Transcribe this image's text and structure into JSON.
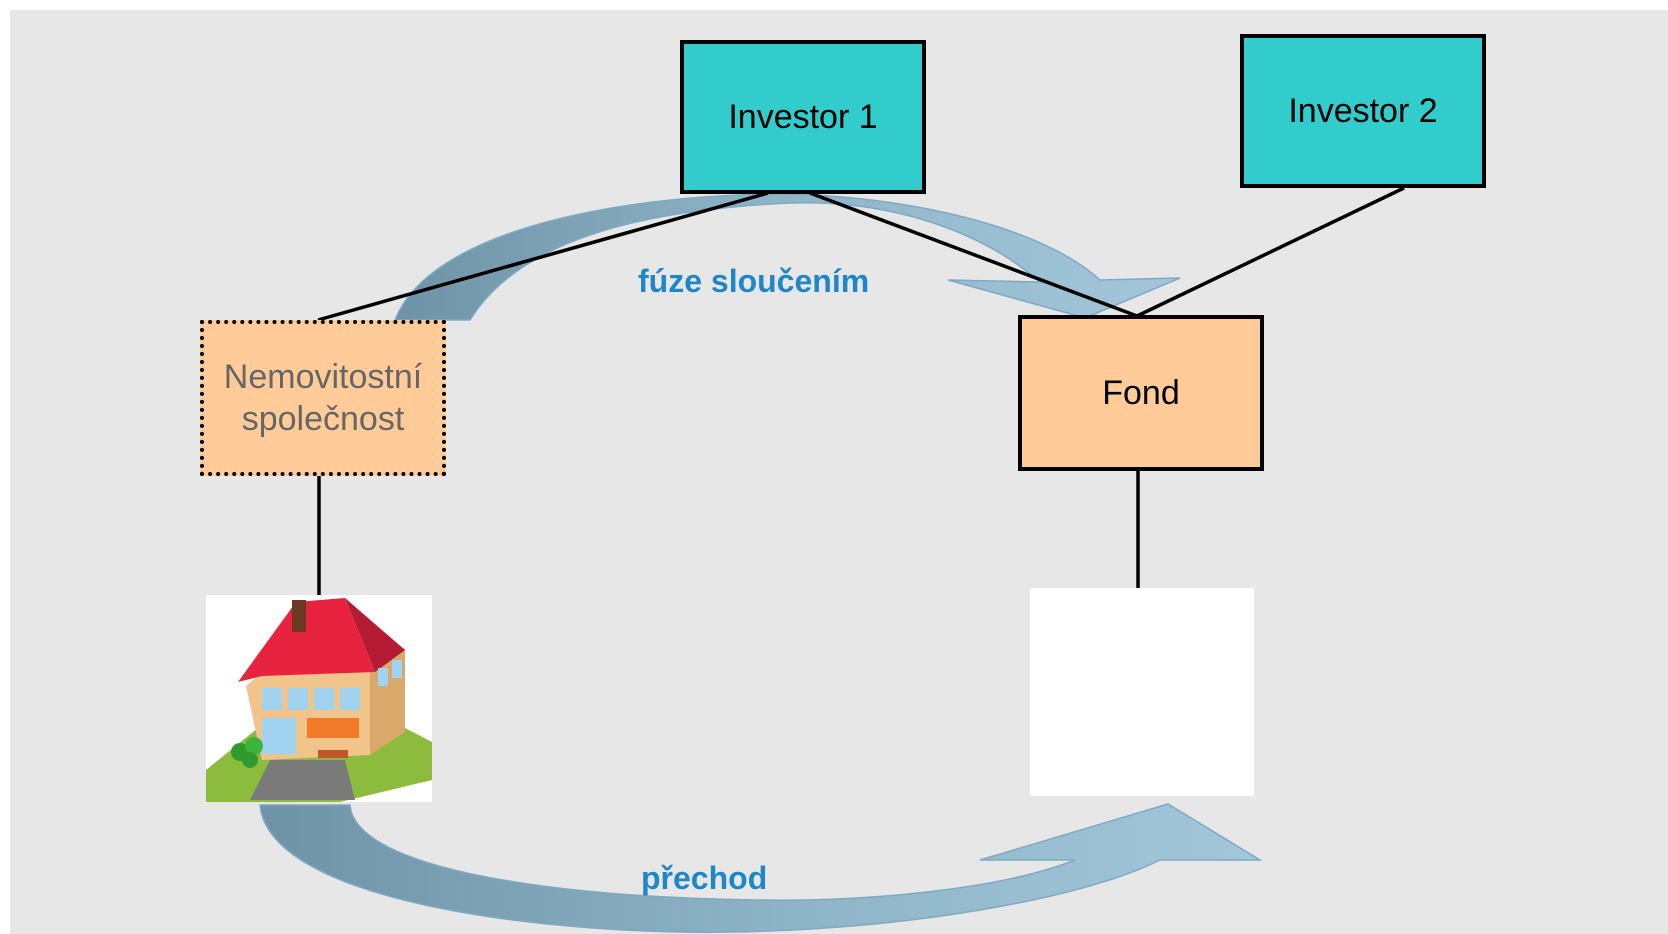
{
  "investor1": {
    "label": "Investor 1"
  },
  "investor2": {
    "label": "Investor 2"
  },
  "company": {
    "line1": "Nemovitostní",
    "line2": "společnost"
  },
  "fund": {
    "label": "Fond"
  },
  "top_arrow": {
    "label": "fúze sloučením"
  },
  "bottom_arrow": {
    "label": "přechod"
  },
  "colors": {
    "background": "#e7e7e7",
    "investor_fill": "#33cccc",
    "entity_fill": "#ffcc99",
    "arrow_dark": "#6f93a6",
    "arrow_light": "#a3c6da",
    "label_blue": "#1f86c8"
  },
  "icons": {
    "property": "house-icon"
  }
}
